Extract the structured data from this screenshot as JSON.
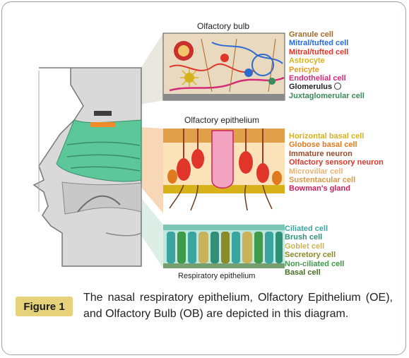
{
  "figure": {
    "label": "Figure 1",
    "caption": "The nasal respiratory epithelium, Olfactory Epithelium (OE), and Olfactory Bulb (OB) are depicted in this diagram."
  },
  "panels": {
    "bulb": {
      "title": "Olfactory bulb",
      "legend": [
        {
          "label": "Granule cell",
          "color": "#a5682a"
        },
        {
          "label": "Mitral/tufted cell",
          "color": "#2b6bd1"
        },
        {
          "label": "Mitral/tufted cell",
          "color": "#e0362a"
        },
        {
          "label": "Astrocyte",
          "color": "#d6b21c"
        },
        {
          "label": "Pericyte",
          "color": "#e69b1c"
        },
        {
          "label": "Endothelial cell",
          "color": "#d42a7a"
        },
        {
          "label": "Glomerulus",
          "color": "#222222"
        },
        {
          "label": "Juxtaglomerular cell",
          "color": "#3b8a5a"
        }
      ]
    },
    "epithelium": {
      "title": "Olfactory epithelium",
      "legend": [
        {
          "label": "Horizontal basal cell",
          "color": "#d8b21a"
        },
        {
          "label": "Globose basal cell",
          "color": "#e07a1e"
        },
        {
          "label": "Immature neuron",
          "color": "#9a4a2a"
        },
        {
          "label": "Olfactory sensory neuron",
          "color": "#e0362a"
        },
        {
          "label": "Microvillar cell",
          "color": "#e9b47a"
        },
        {
          "label": "Sustentacular cell",
          "color": "#d69a4a"
        },
        {
          "label": "Bowman's gland",
          "color": "#c8245c"
        }
      ]
    },
    "respiratory": {
      "title": "Respiratory epithelium",
      "legend": [
        {
          "label": "Ciliated cell",
          "color": "#3aa5a0"
        },
        {
          "label": "Brush cell",
          "color": "#2f8f77"
        },
        {
          "label": "Goblet cell",
          "color": "#c9b25a"
        },
        {
          "label": "Secretory cell",
          "color": "#8a8a2a"
        },
        {
          "label": "Non-ciliated cell",
          "color": "#3f9a4a"
        },
        {
          "label": "Basal cell",
          "color": "#4a6f2a"
        }
      ]
    }
  }
}
